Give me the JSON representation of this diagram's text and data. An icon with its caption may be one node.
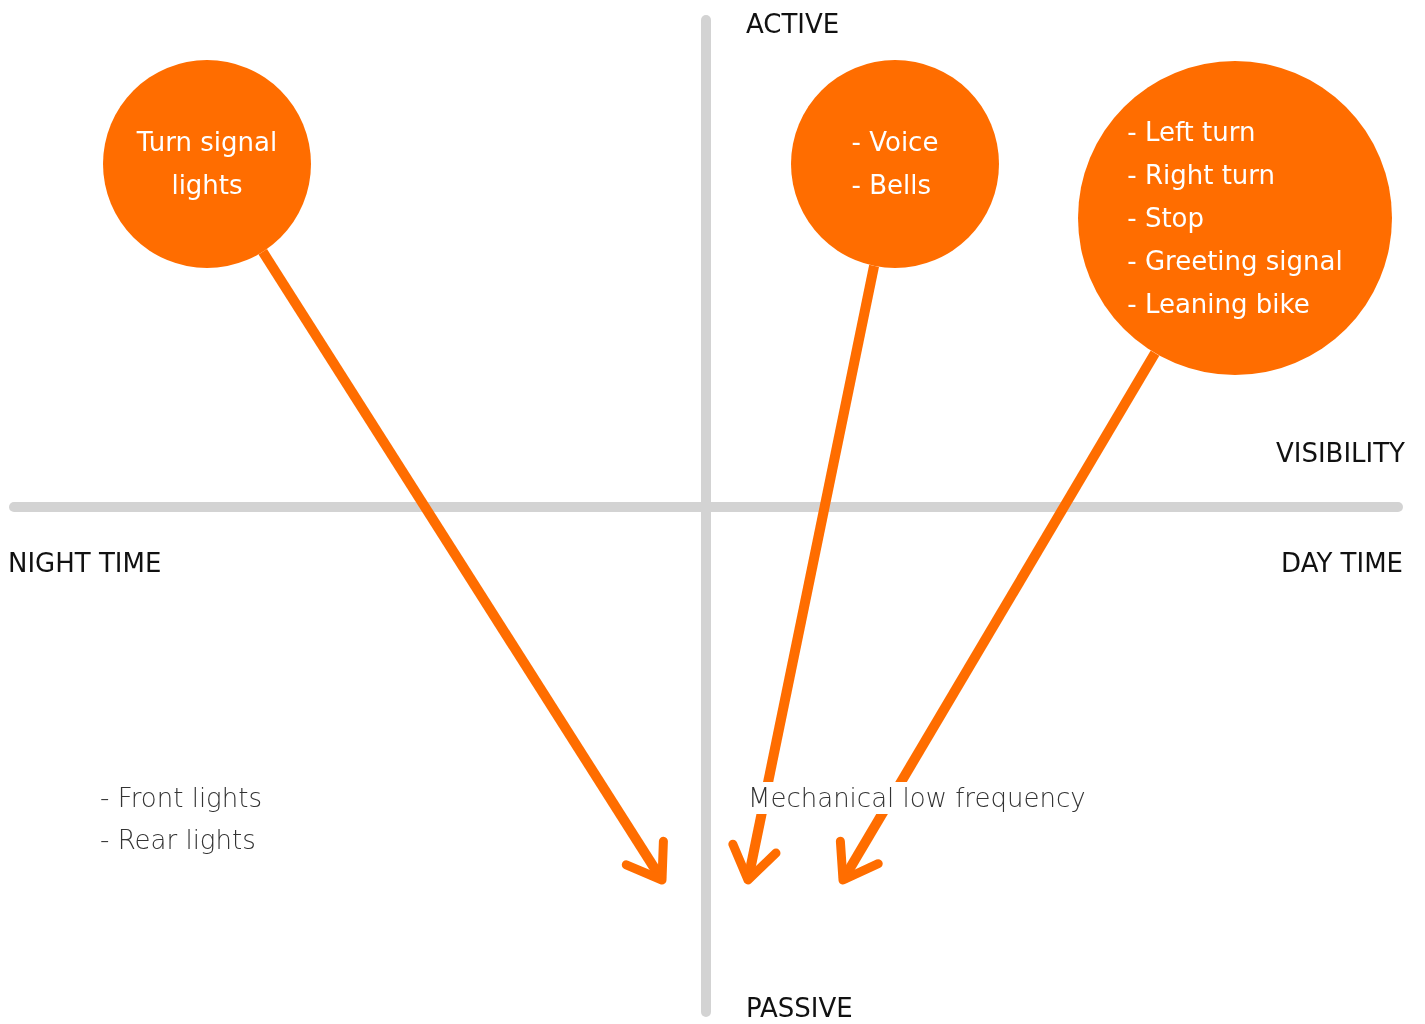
{
  "diagram": {
    "nodes": [
      {
        "text": [
          "Turn signal lights"
        ]
      },
      {
        "text": [
          "- Voice",
          "- Bells"
        ]
      },
      {
        "text": [
          "- Left turn",
          "- Right turn",
          "- Stop",
          "- Greeting signal",
          "- Leaning bike"
        ]
      }
    ],
    "edges": [
      {
        "from": 0,
        "to": null,
        "arrow": "to"
      },
      {
        "from": 1,
        "to": null,
        "arrow": "to"
      },
      {
        "from": 2,
        "to": null,
        "arrow": "to"
      }
    ],
    "labels": [
      "ACTIVE",
      "VISIBILITY",
      "NIGHT TIME",
      "DAY TIME",
      "- Front lights",
      "- Rear lights",
      "Mechanical low frequency",
      "PASSIVE"
    ]
  }
}
